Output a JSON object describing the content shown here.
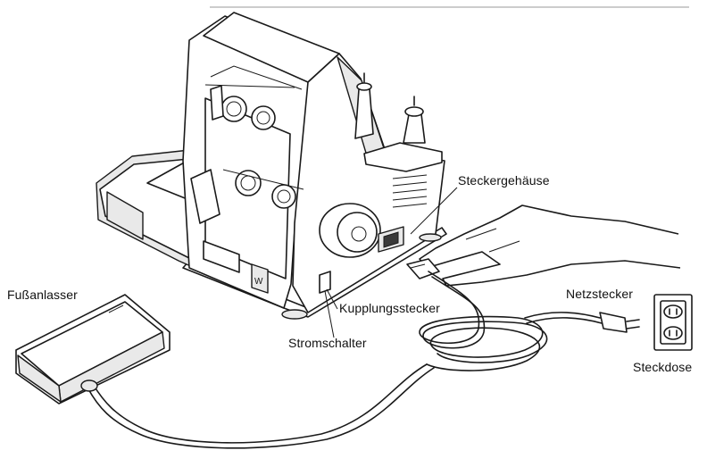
{
  "labels": {
    "fussanlasser": "Fußanlasser",
    "steckergehaeuse": "Steckergehäuse",
    "kupplungsstecker": "Kupplungsstecker",
    "stromschalter": "Stromschalter",
    "netzstecker": "Netzstecker",
    "steckdose": "Steckdose"
  }
}
